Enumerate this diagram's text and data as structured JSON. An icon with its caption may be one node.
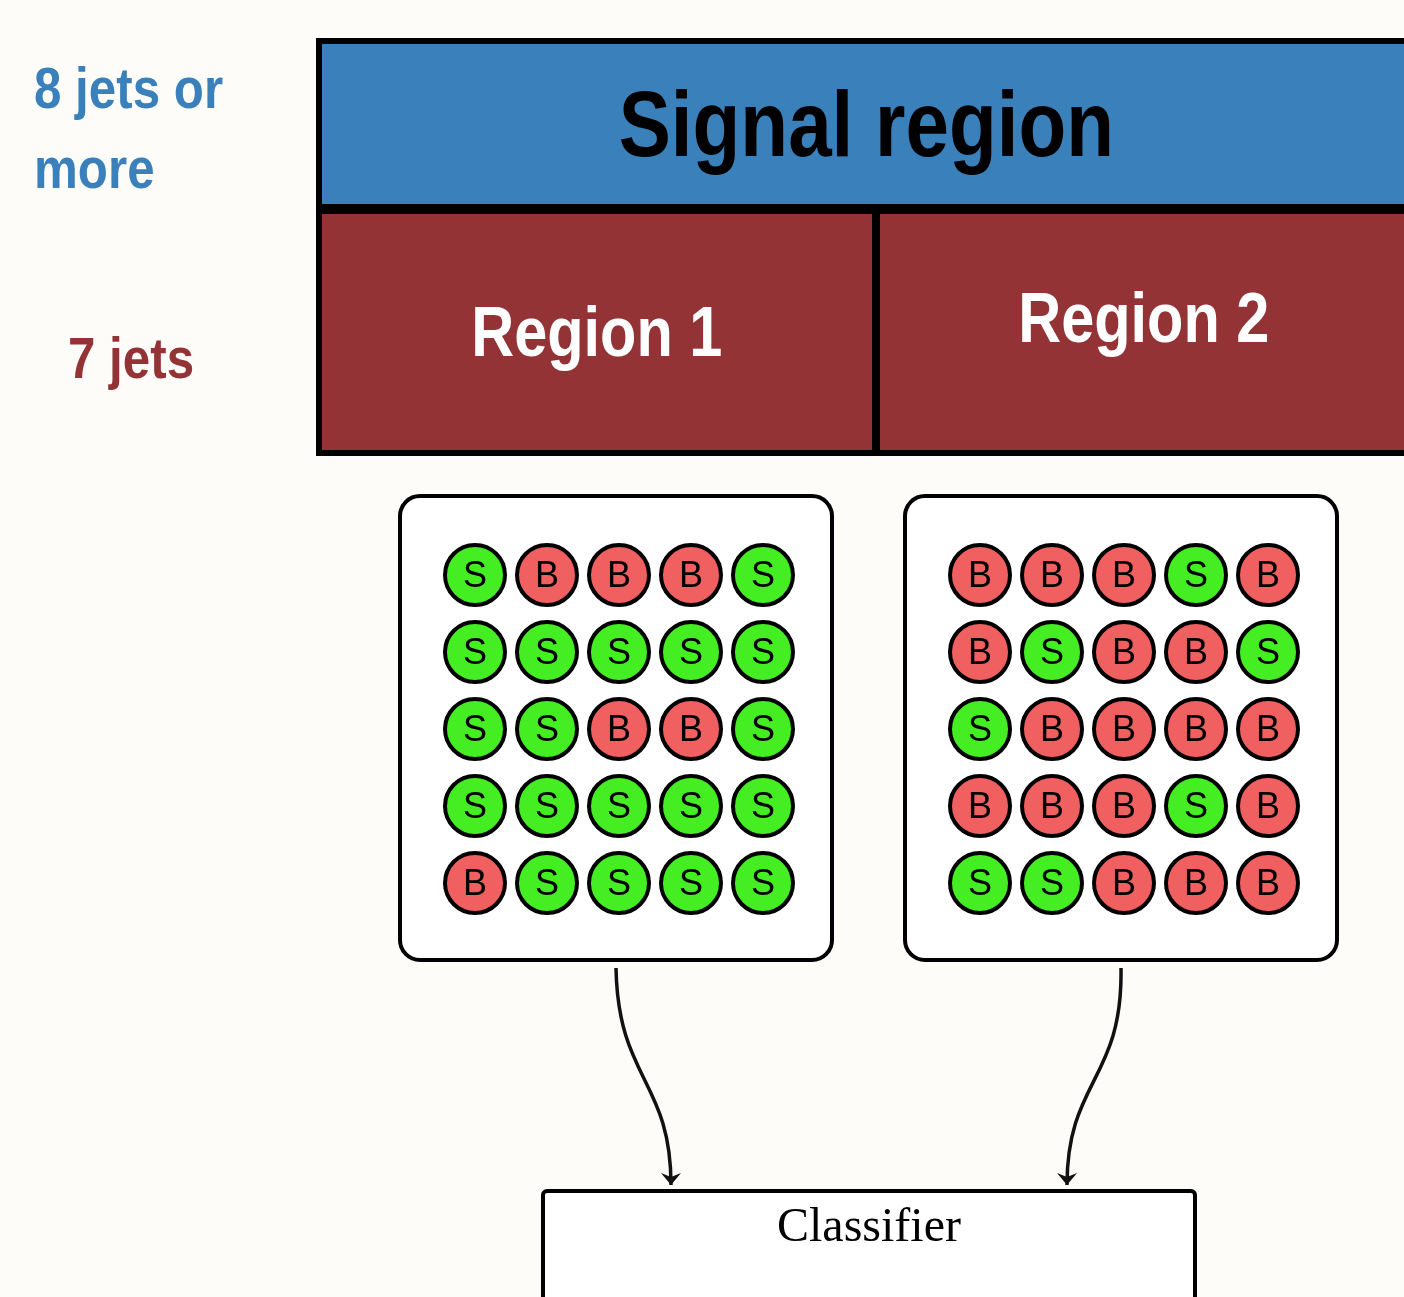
{
  "diagram": {
    "nodes": [
      {
        "text": [
          "Signal region"
        ]
      },
      {
        "text": [
          "Region 1"
        ]
      },
      {
        "text": [
          "Region 2"
        ]
      },
      {
        "text": [],
        "shape": "box"
      },
      {
        "text": [
          "S"
        ],
        "in": 3
      },
      {
        "text": [
          "B"
        ],
        "in": 3
      },
      {
        "text": [
          "B"
        ],
        "in": 3
      },
      {
        "text": [
          "B"
        ],
        "in": 3
      },
      {
        "text": [
          "S"
        ],
        "in": 3
      },
      {
        "text": [
          "S"
        ],
        "in": 3
      },
      {
        "text": [
          "S"
        ],
        "in": 3
      },
      {
        "text": [
          "S"
        ],
        "in": 3
      },
      {
        "text": [
          "S"
        ],
        "in": 3
      },
      {
        "text": [
          "S"
        ],
        "in": 3
      },
      {
        "text": [
          "S"
        ],
        "in": 3
      },
      {
        "text": [
          "S"
        ],
        "in": 3
      },
      {
        "text": [
          "B"
        ],
        "in": 3
      },
      {
        "text": [
          "B"
        ],
        "in": 3
      },
      {
        "text": [
          "S"
        ],
        "in": 3
      },
      {
        "text": [
          "S"
        ],
        "in": 3
      },
      {
        "text": [
          "S"
        ],
        "in": 3
      },
      {
        "text": [
          "S"
        ],
        "in": 3
      },
      {
        "text": [
          "S"
        ],
        "in": 3
      },
      {
        "text": [
          "S"
        ],
        "in": 3
      },
      {
        "text": [
          "B"
        ],
        "in": 3
      },
      {
        "text": [
          "S"
        ],
        "in": 3
      },
      {
        "text": [
          "S"
        ],
        "in": 3
      },
      {
        "text": [
          "S"
        ],
        "in": 3
      },
      {
        "text": [
          "S"
        ],
        "in": 3
      },
      {
        "text": [],
        "shape": "box"
      },
      {
        "text": [
          "B"
        ],
        "in": 29
      },
      {
        "text": [
          "B"
        ],
        "in": 29
      },
      {
        "text": [
          "B"
        ],
        "in": 29
      },
      {
        "text": [
          "S"
        ],
        "in": 29
      },
      {
        "text": [
          "B"
        ],
        "in": 29
      },
      {
        "text": [
          "B"
        ],
        "in": 29
      },
      {
        "text": [
          "S"
        ],
        "in": 29
      },
      {
        "text": [
          "B"
        ],
        "in": 29
      },
      {
        "text": [
          "B"
        ],
        "in": 29
      },
      {
        "text": [
          "S"
        ],
        "in": 29
      },
      {
        "text": [
          "S"
        ],
        "in": 29
      },
      {
        "text": [
          "B"
        ],
        "in": 29
      },
      {
        "text": [
          "B"
        ],
        "in": 29
      },
      {
        "text": [
          "B"
        ],
        "in": 29
      },
      {
        "text": [
          "B"
        ],
        "in": 29
      },
      {
        "text": [
          "B"
        ],
        "in": 29
      },
      {
        "text": [
          "B"
        ],
        "in": 29
      },
      {
        "text": [
          "B"
        ],
        "in": 29
      },
      {
        "text": [
          "S"
        ],
        "in": 29
      },
      {
        "text": [
          "B"
        ],
        "in": 29
      },
      {
        "text": [
          "S"
        ],
        "in": 29
      },
      {
        "text": [
          "S"
        ],
        "in": 29
      },
      {
        "text": [
          "B"
        ],
        "in": 29
      },
      {
        "text": [
          "B"
        ],
        "in": 29
      },
      {
        "text": [
          "B"
        ],
        "in": 29
      },
      {
        "text": [
          "Classifier"
        ]
      }
    ],
    "edges": [
      {
        "from": 3,
        "to": 55,
        "arrow": "to"
      },
      {
        "from": 29,
        "to": 55,
        "arrow": "to"
      }
    ],
    "labels": [
      "8 jets or more",
      "7 jets"
    ]
  }
}
